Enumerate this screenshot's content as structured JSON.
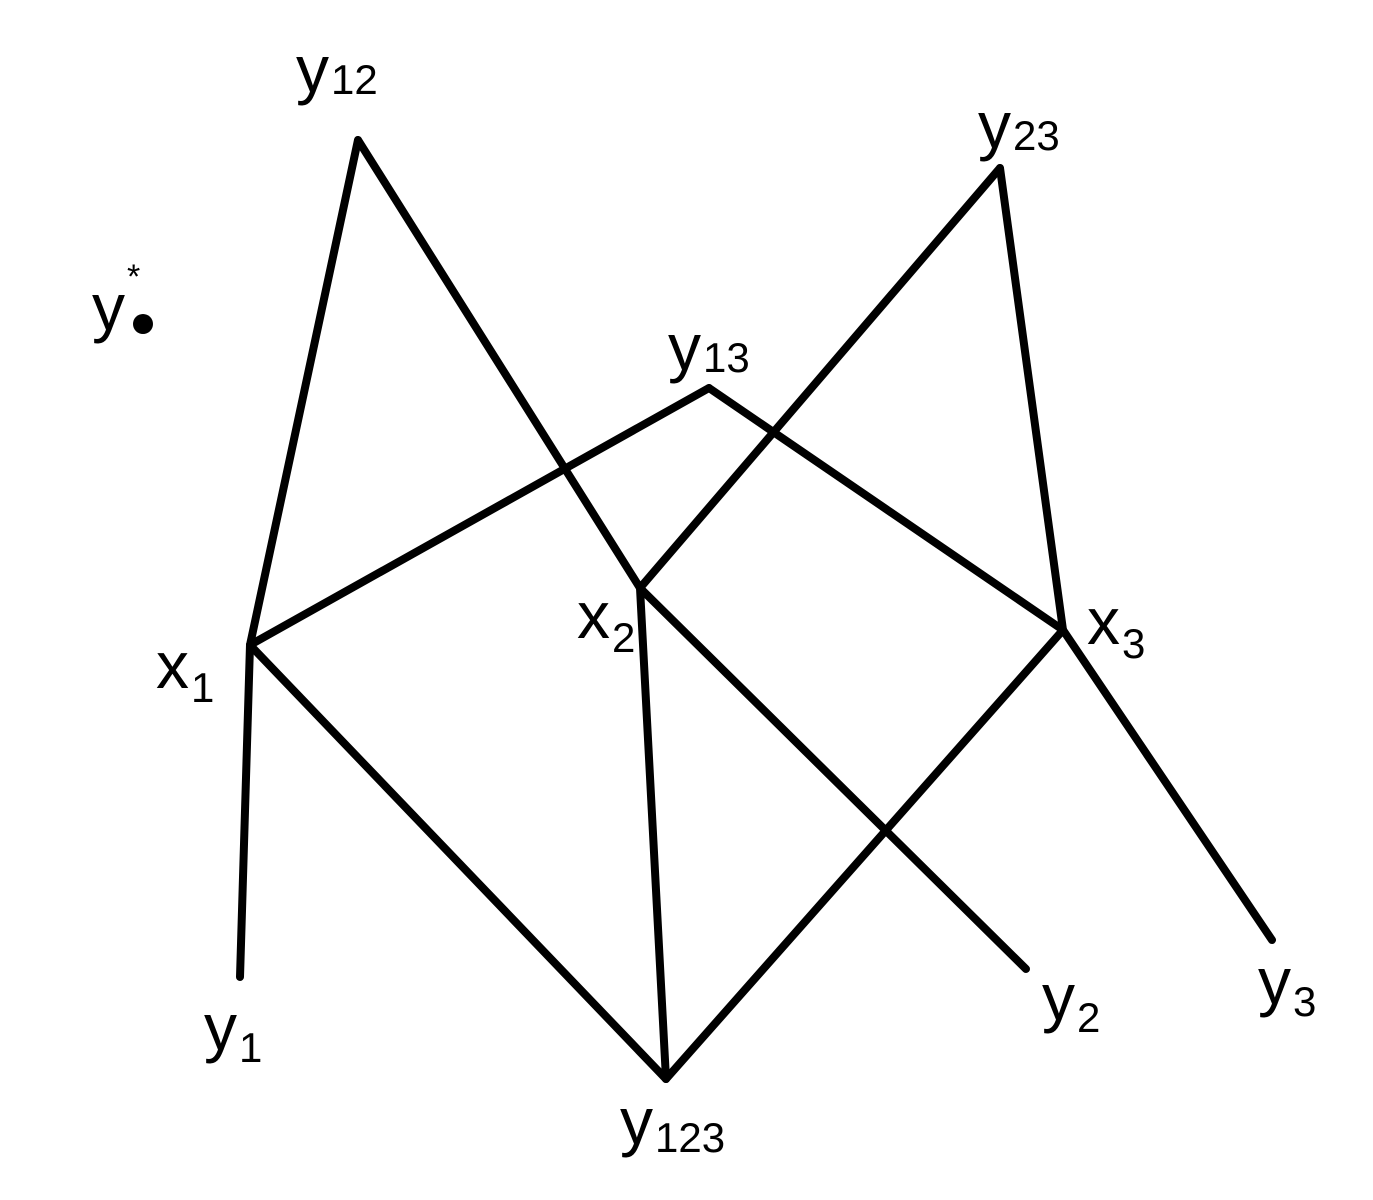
{
  "diagram": {
    "type": "graph",
    "line_color": "#000000",
    "background": "#ffffff",
    "nodes": [
      {
        "id": "y12",
        "base": "y",
        "sub": "12"
      },
      {
        "id": "y23",
        "base": "y",
        "sub": "23"
      },
      {
        "id": "ystar",
        "base": "y",
        "sup": "*"
      },
      {
        "id": "y13",
        "base": "y",
        "sub": "13"
      },
      {
        "id": "x1",
        "base": "x",
        "sub": "1"
      },
      {
        "id": "x2",
        "base": "x",
        "sub": "2"
      },
      {
        "id": "x3",
        "base": "x",
        "sub": "3"
      },
      {
        "id": "y1",
        "base": "y",
        "sub": "1"
      },
      {
        "id": "y2",
        "base": "y",
        "sub": "2"
      },
      {
        "id": "y3",
        "base": "y",
        "sub": "3"
      },
      {
        "id": "y123",
        "base": "y",
        "sub": "123"
      }
    ],
    "edges": [
      [
        "y12",
        "x1"
      ],
      [
        "y12",
        "x2"
      ],
      [
        "y13",
        "x1"
      ],
      [
        "y13",
        "x3"
      ],
      [
        "y23",
        "x2"
      ],
      [
        "y23",
        "x3"
      ],
      [
        "x1",
        "y1"
      ],
      [
        "x1",
        "y123"
      ],
      [
        "x2",
        "y123"
      ],
      [
        "x2",
        "y2"
      ],
      [
        "x3",
        "y123"
      ],
      [
        "x3",
        "y3"
      ]
    ]
  }
}
